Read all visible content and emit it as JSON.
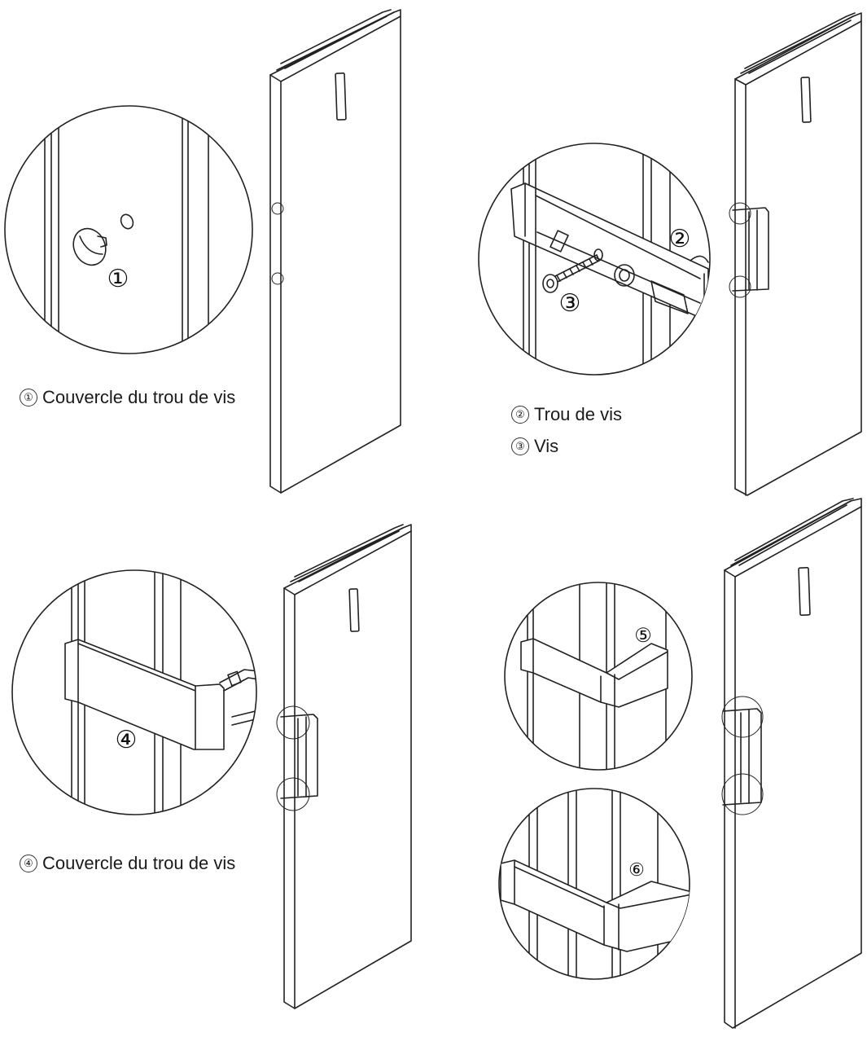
{
  "panels": [
    {
      "callouts": [
        {
          "number": "①",
          "caption": "Couvercle du trou de vis"
        }
      ]
    },
    {
      "callouts": [
        {
          "number": "②",
          "caption": "Trou de vis"
        },
        {
          "number": "③",
          "caption": "Vis"
        }
      ]
    },
    {
      "callouts": [
        {
          "number": "④",
          "caption": "Couvercle du trou de vis"
        }
      ]
    },
    {
      "callouts": [
        {
          "number": "⑤",
          "caption": ""
        },
        {
          "number": "⑥",
          "caption": ""
        }
      ]
    }
  ],
  "colors": {
    "line": "#222222",
    "background": "#ffffff"
  }
}
